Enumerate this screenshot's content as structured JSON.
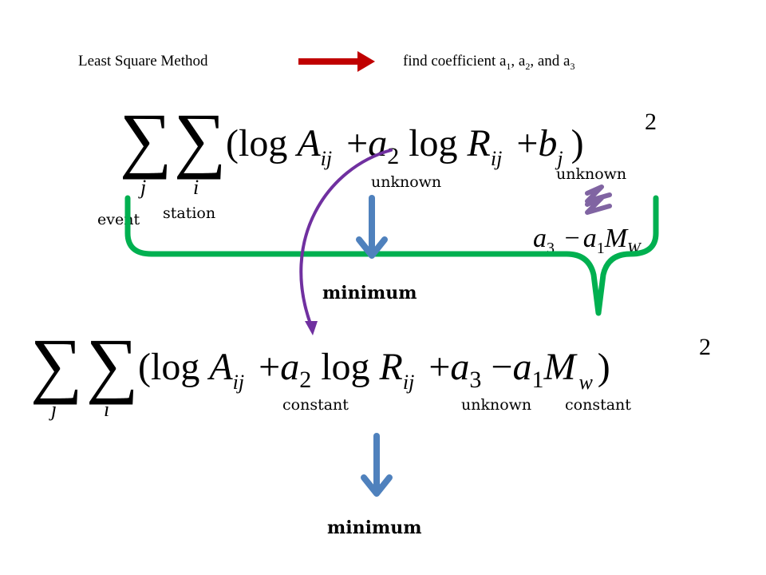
{
  "header": {
    "left_text": "Least Square Method",
    "right_prefix": "find coefficient a",
    "right_sub1": "1",
    "right_sep1": ", a",
    "right_sub2": "2",
    "right_sep2": ", and a",
    "right_sub3": "3"
  },
  "equation1": {
    "sum_symbol": "∑",
    "sum_index_j": "j",
    "sum_index_i": "i",
    "open": "(log ",
    "A": "A",
    "A_sub": "ij",
    "plus1": "+",
    "a2": "a",
    "a2_sub": "2",
    "log2": " log ",
    "R": "R",
    "R_sub": "ij",
    "plus2": "+",
    "b": "b",
    "b_sub": "j",
    "close": ")",
    "exponent": "2"
  },
  "equation1_labels": {
    "event": "event",
    "station": "station",
    "unknown_a2": "unknown",
    "unknown_b": "unknown",
    "bj_expr": {
      "a3": "a",
      "a3_sub": "3",
      "minus": "−",
      "a1": "a",
      "a1_sub": "1",
      "M": "M",
      "M_sub": "W"
    },
    "minimum": "minimum"
  },
  "equation2": {
    "sum_symbol": "∑",
    "sum_index_j": "j",
    "sum_index_i": "i",
    "open": "(log ",
    "A": "A",
    "A_sub": "ij",
    "plus1": "+",
    "a2": "a",
    "a2_sub": "2",
    "log2": " log ",
    "R": "R",
    "R_sub": "ij",
    "plus2": "+",
    "a3": "a",
    "a3_sub": "3",
    "minus": "−",
    "a1": "a",
    "a1_sub": "1",
    "M": "M",
    "M_sub": "w",
    "close": ")",
    "exponent": "2"
  },
  "equation2_labels": {
    "constant1": "constant",
    "unknown": "unknown",
    "constant2": "constant",
    "minimum": "minimum"
  },
  "colors": {
    "red_arrow": "#c00000",
    "green_brace": "#00b050",
    "blue_arrow": "#4f81bd",
    "purple_arrow": "#7030a0",
    "purple_approx": "#8064a2"
  }
}
